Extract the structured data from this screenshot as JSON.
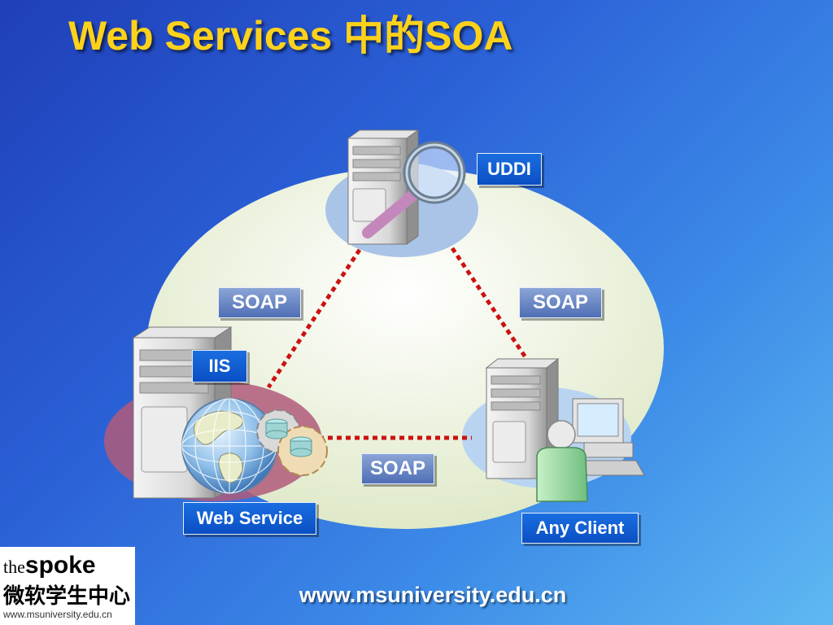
{
  "title": "Web Services 中的SOA",
  "nodes": {
    "uddi": "UDDI",
    "iis": "IIS",
    "web_service": "Web Service",
    "any_client": "Any Client"
  },
  "protocols": {
    "left": "SOAP",
    "right": "SOAP",
    "bottom": "SOAP"
  },
  "footer": {
    "url": "www.msuniversity.edu.cn"
  },
  "logo": {
    "line1_prefix": "the",
    "line1_brand": "spoke",
    "line2": "微软学生中心",
    "line3": "www.msuniversity.edu.cn"
  },
  "colors": {
    "title": "#ffd21a",
    "label_blue": "#0a4fc4",
    "soap_label": "#4f6fb5",
    "connector": "#cc1111"
  }
}
